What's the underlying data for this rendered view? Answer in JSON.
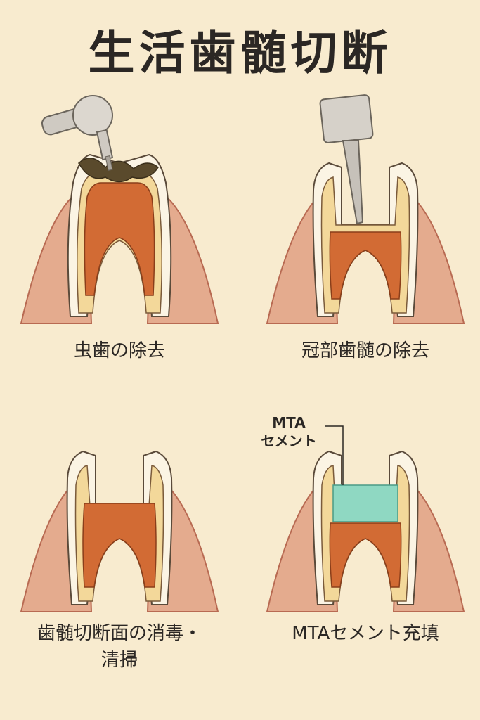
{
  "title": "生活歯髄切断",
  "steps": [
    {
      "caption": "虫歯の除去"
    },
    {
      "caption": "冠部歯髄の除去"
    },
    {
      "caption": "歯髄切断面の消毒・\n清掃"
    },
    {
      "caption": "MTAセメント充填"
    }
  ],
  "annotation": {
    "line1": "MTA",
    "line2": "セメント"
  },
  "colors": {
    "background": "#f8ebcf",
    "gum": "#e4ab8e",
    "enamel": "#fbf4e4",
    "dentin": "#f3d89a",
    "pulp": "#d26b34",
    "mta": "#8fd8c2",
    "caries": "#5a4a2c",
    "instrument": "#cfcac2"
  }
}
